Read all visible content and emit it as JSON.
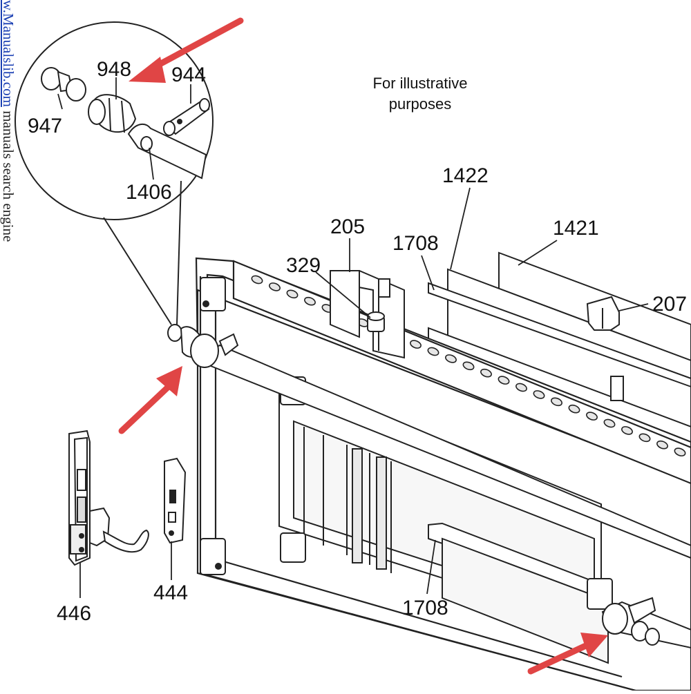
{
  "watermark": {
    "site": "w.Manualslib.com",
    "tagline": "manuals search engine"
  },
  "note": {
    "line1": "For illustrative",
    "line2": "purposes"
  },
  "callouts": {
    "p948": "948",
    "p944": "944",
    "p947": "947",
    "p1406": "1406",
    "p205": "205",
    "p1422": "1422",
    "p1708_top": "1708",
    "p1421": "1421",
    "p329": "329",
    "p207": "207",
    "p446": "446",
    "p444": "444",
    "p1708_bottom": "1708"
  },
  "colors": {
    "arrow": "#e04545",
    "line": "#222222",
    "part_fill": "#ffffff",
    "glass": "#f4f4f4",
    "slot": "#dcdcdc"
  }
}
